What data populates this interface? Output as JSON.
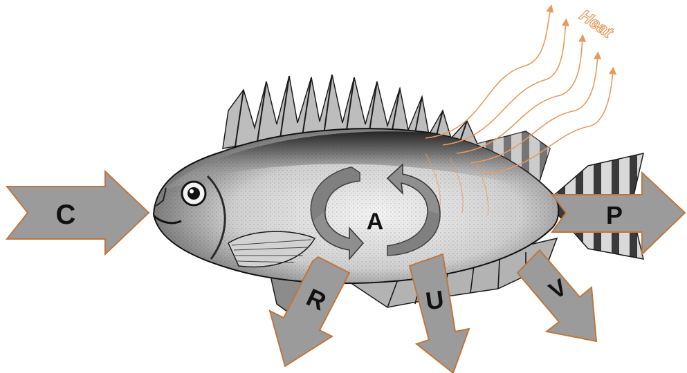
{
  "diagram": {
    "labels": {
      "consumption": "C",
      "production": "P",
      "respiration": "R",
      "excretion": "U",
      "egestion": "V",
      "assimilation": "A",
      "heat": "Heat"
    },
    "icons": {
      "fish": "fish-illustration-icon",
      "cycle": "circular-arrows-icon"
    },
    "colors": {
      "arrow_fill": "#9b9b9b",
      "arrow_stroke": "#c0763a",
      "heat": "#e79a5c",
      "cycle_fill": "#8f8f8f",
      "cycle_dark": "#6e6e6e"
    }
  }
}
